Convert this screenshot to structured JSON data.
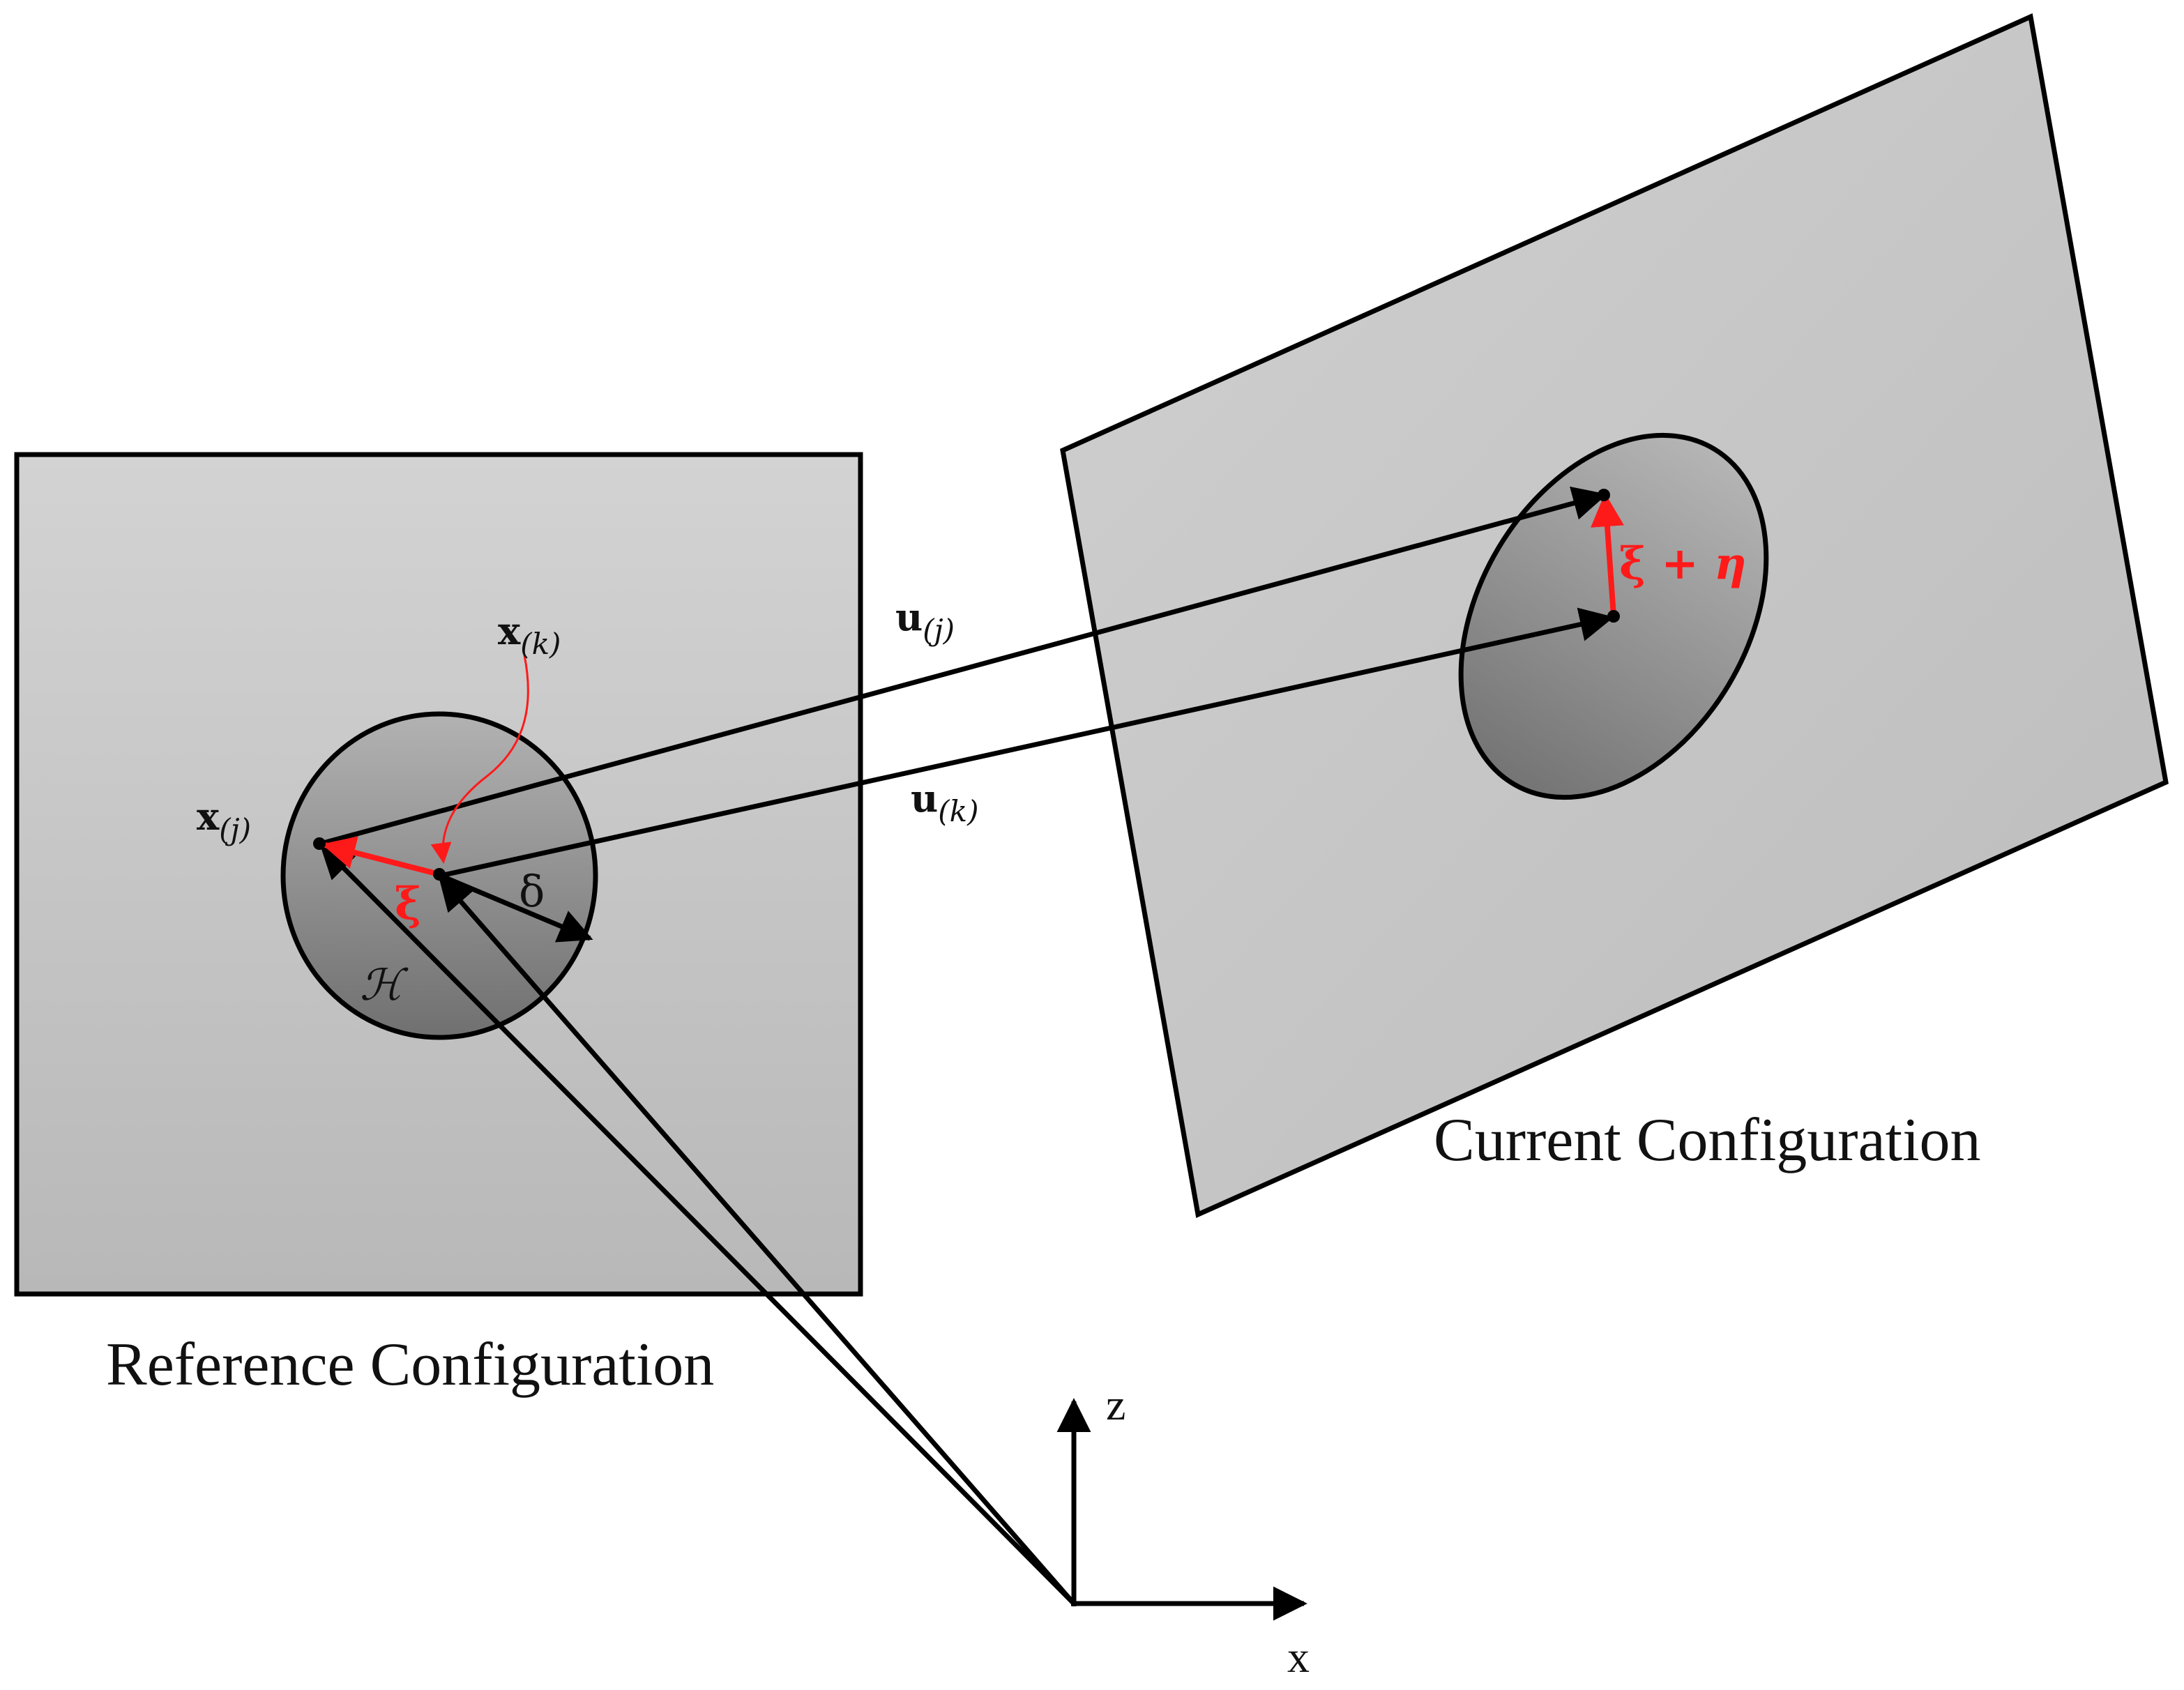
{
  "reference_caption": "Reference Configuration",
  "current_caption": "Current Configuration",
  "labels": {
    "x_j": {
      "main": "x",
      "sub": "(j)"
    },
    "x_k": {
      "main": "x",
      "sub": "(k)"
    },
    "u_j": {
      "main": "u",
      "sub": "(j)"
    },
    "u_k": {
      "main": "u",
      "sub": "(k)"
    },
    "xi": "ξ",
    "xi_eta": {
      "xi": "ξ",
      "plus": " + ",
      "eta": "η"
    },
    "delta": "δ",
    "horizon": "ℋ",
    "axis_z": "z",
    "axis_x": "x"
  },
  "colors": {
    "panel_light": "#d2d2d2",
    "panel_dark": "#b9b9b9",
    "horizon_light": "#a8a8a8",
    "horizon_dark": "#6f6f6f",
    "red": "#ff1a1a",
    "ink": "#000000"
  }
}
